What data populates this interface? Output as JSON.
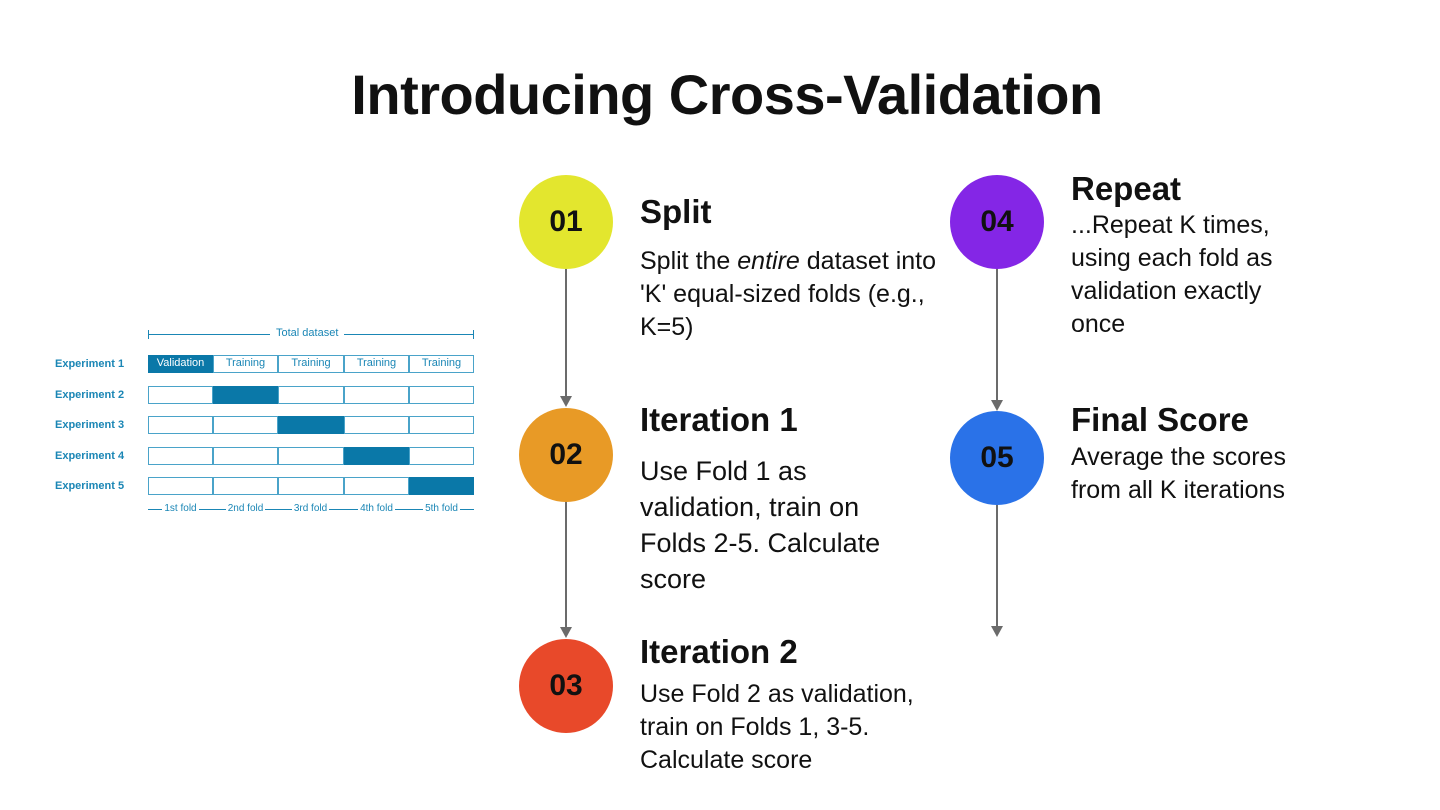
{
  "title": "Introducing Cross-Validation",
  "figure": {
    "total_label": "Total dataset",
    "experiments": [
      "Experiment 1",
      "Experiment 2",
      "Experiment 3",
      "Experiment 4",
      "Experiment 5"
    ],
    "validation_fold_index": [
      1,
      2,
      3,
      4,
      5
    ],
    "row1_labels": [
      "Validation",
      "Training",
      "Training",
      "Training",
      "Training"
    ],
    "fold_labels": [
      "1st fold",
      "2nd fold",
      "3rd fold",
      "4th fold",
      "5th fold"
    ],
    "colors": {
      "accent": "#0a78a8",
      "text": "#1a86b5"
    }
  },
  "steps": [
    {
      "number": "01",
      "color": "#e3e62e",
      "title": "Split",
      "desc_pre": "Split the ",
      "desc_em": "entire",
      "desc_post": " dataset into 'K' equal-sized folds (e.g., K=5)"
    },
    {
      "number": "02",
      "color": "#e89a26",
      "title": "Iteration 1",
      "desc": "Use Fold 1 as validation, train on Folds 2-5. Calculate score"
    },
    {
      "number": "03",
      "color": "#e8492a",
      "title": "Iteration 2",
      "desc": "Use Fold 2 as validation, train on Folds 1, 3-5. Calculate score"
    },
    {
      "number": "04",
      "color": "#8426e6",
      "title": "Repeat",
      "desc": "...Repeat K times, using each fold as validation exactly once"
    },
    {
      "number": "05",
      "color": "#2a72e8",
      "title": "Final Score",
      "desc": "Average the scores from all K iterations"
    }
  ]
}
